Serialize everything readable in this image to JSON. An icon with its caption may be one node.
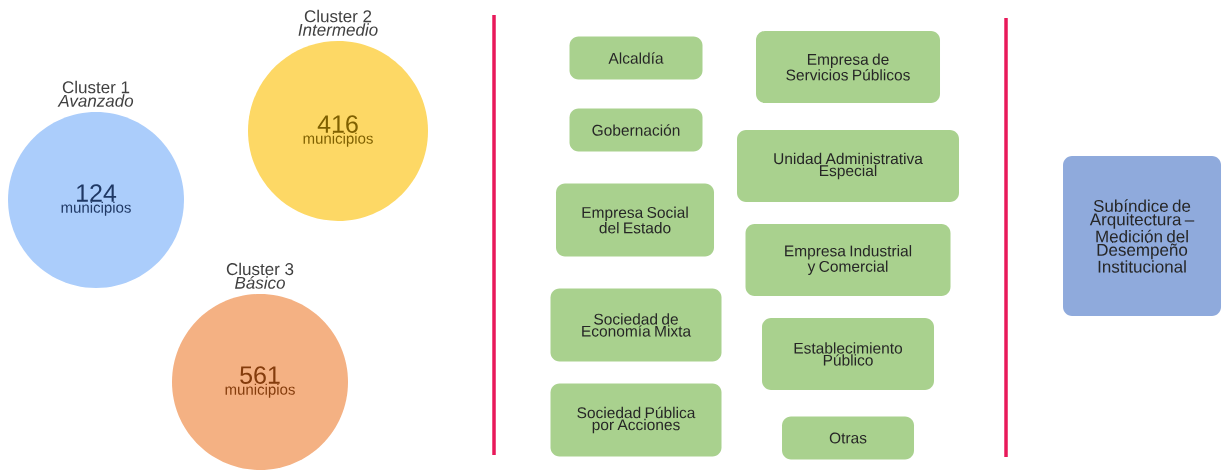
{
  "diagram": {
    "nodes": [
      {
        "text": [
          "Cluster 1",
          "Avanzado",
          "124",
          "municipios"
        ]
      },
      {
        "text": [
          "Cluster 2",
          "Intermedio",
          "416",
          "municipios"
        ]
      },
      {
        "text": [
          "Cluster 3",
          "Básico",
          "561",
          "municipios"
        ]
      },
      {
        "text": [
          "Alcaldía"
        ]
      },
      {
        "text": [
          "Gobernación"
        ]
      },
      {
        "text": [
          "Empresa Social del Estado"
        ]
      },
      {
        "text": [
          "Sociedad de Economía Mixta"
        ]
      },
      {
        "text": [
          "Sociedad Pública por Acciones"
        ]
      },
      {
        "text": [
          "Empresa de Servicios Públicos"
        ]
      },
      {
        "text": [
          "Unidad Administrativa Especial"
        ]
      },
      {
        "text": [
          "Empresa Industrial y Comercial"
        ]
      },
      {
        "text": [
          "Establecimiento Público"
        ]
      },
      {
        "text": [
          "Otras"
        ]
      },
      {
        "text": [
          "Subíndice de Arquitectura – Medición del Desempeño Institucional"
        ]
      }
    ],
    "edges": []
  }
}
